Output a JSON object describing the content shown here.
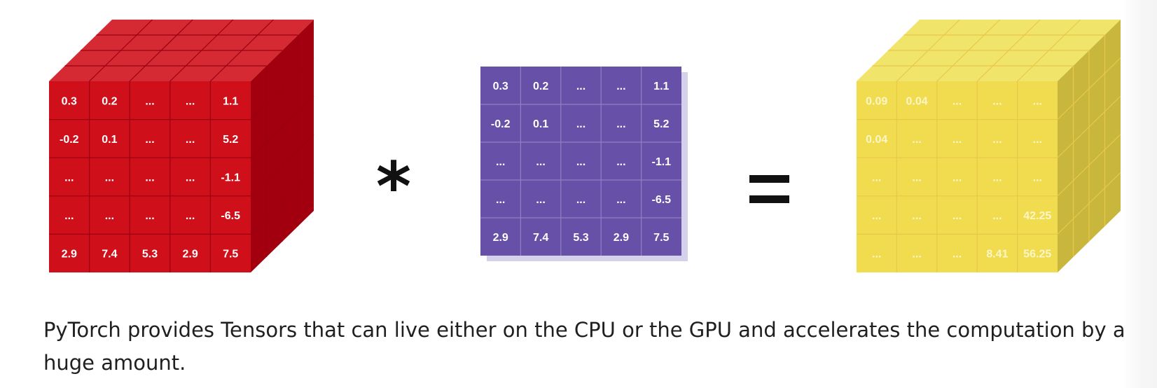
{
  "diagram": {
    "left_tensor": {
      "cells": [
        [
          "0.3",
          "0.2",
          "...",
          "...",
          "1.1"
        ],
        [
          "-0.2",
          "0.1",
          "...",
          "...",
          "5.2"
        ],
        [
          "...",
          "...",
          "...",
          "...",
          "-1.1"
        ],
        [
          "...",
          "...",
          "...",
          "...",
          "-6.5"
        ],
        [
          "2.9",
          "7.4",
          "5.3",
          "2.9",
          "7.5"
        ]
      ],
      "colors": {
        "front": "#cf0f1a",
        "top": "#d52a33",
        "side": "#a3000f",
        "grid": "#9a0010"
      }
    },
    "operator_multiply": "*",
    "middle_matrix": {
      "cells": [
        [
          "0.3",
          "0.2",
          "...",
          "...",
          "1.1"
        ],
        [
          "-0.2",
          "0.1",
          "...",
          "...",
          "5.2"
        ],
        [
          "...",
          "...",
          "...",
          "...",
          "-1.1"
        ],
        [
          "...",
          "...",
          "...",
          "...",
          "-6.5"
        ],
        [
          "2.9",
          "7.4",
          "5.3",
          "2.9",
          "7.5"
        ]
      ],
      "colors": {
        "front": "#6751a8",
        "shadow": "#d6d1ea",
        "grid": "#8f7fc6"
      }
    },
    "operator_equals": "=",
    "result_tensor": {
      "cells": [
        [
          "0.09",
          "0.04",
          "...",
          "...",
          "..."
        ],
        [
          "0.04",
          "...",
          "...",
          "...",
          "..."
        ],
        [
          "...",
          "...",
          "...",
          "...",
          "..."
        ],
        [
          "...",
          "...",
          "...",
          "...",
          "42.25"
        ],
        [
          "...",
          "...",
          "...",
          "8.41",
          "56.25"
        ]
      ],
      "colors": {
        "front": "#f0dc4e",
        "top": "#f1e46a",
        "side": "#c8b73c",
        "grid": "#e8c84a"
      }
    }
  },
  "caption": {
    "text": "PyTorch provides Tensors that can live either on the CPU or the GPU and accelerates the computation by a huge amount."
  }
}
